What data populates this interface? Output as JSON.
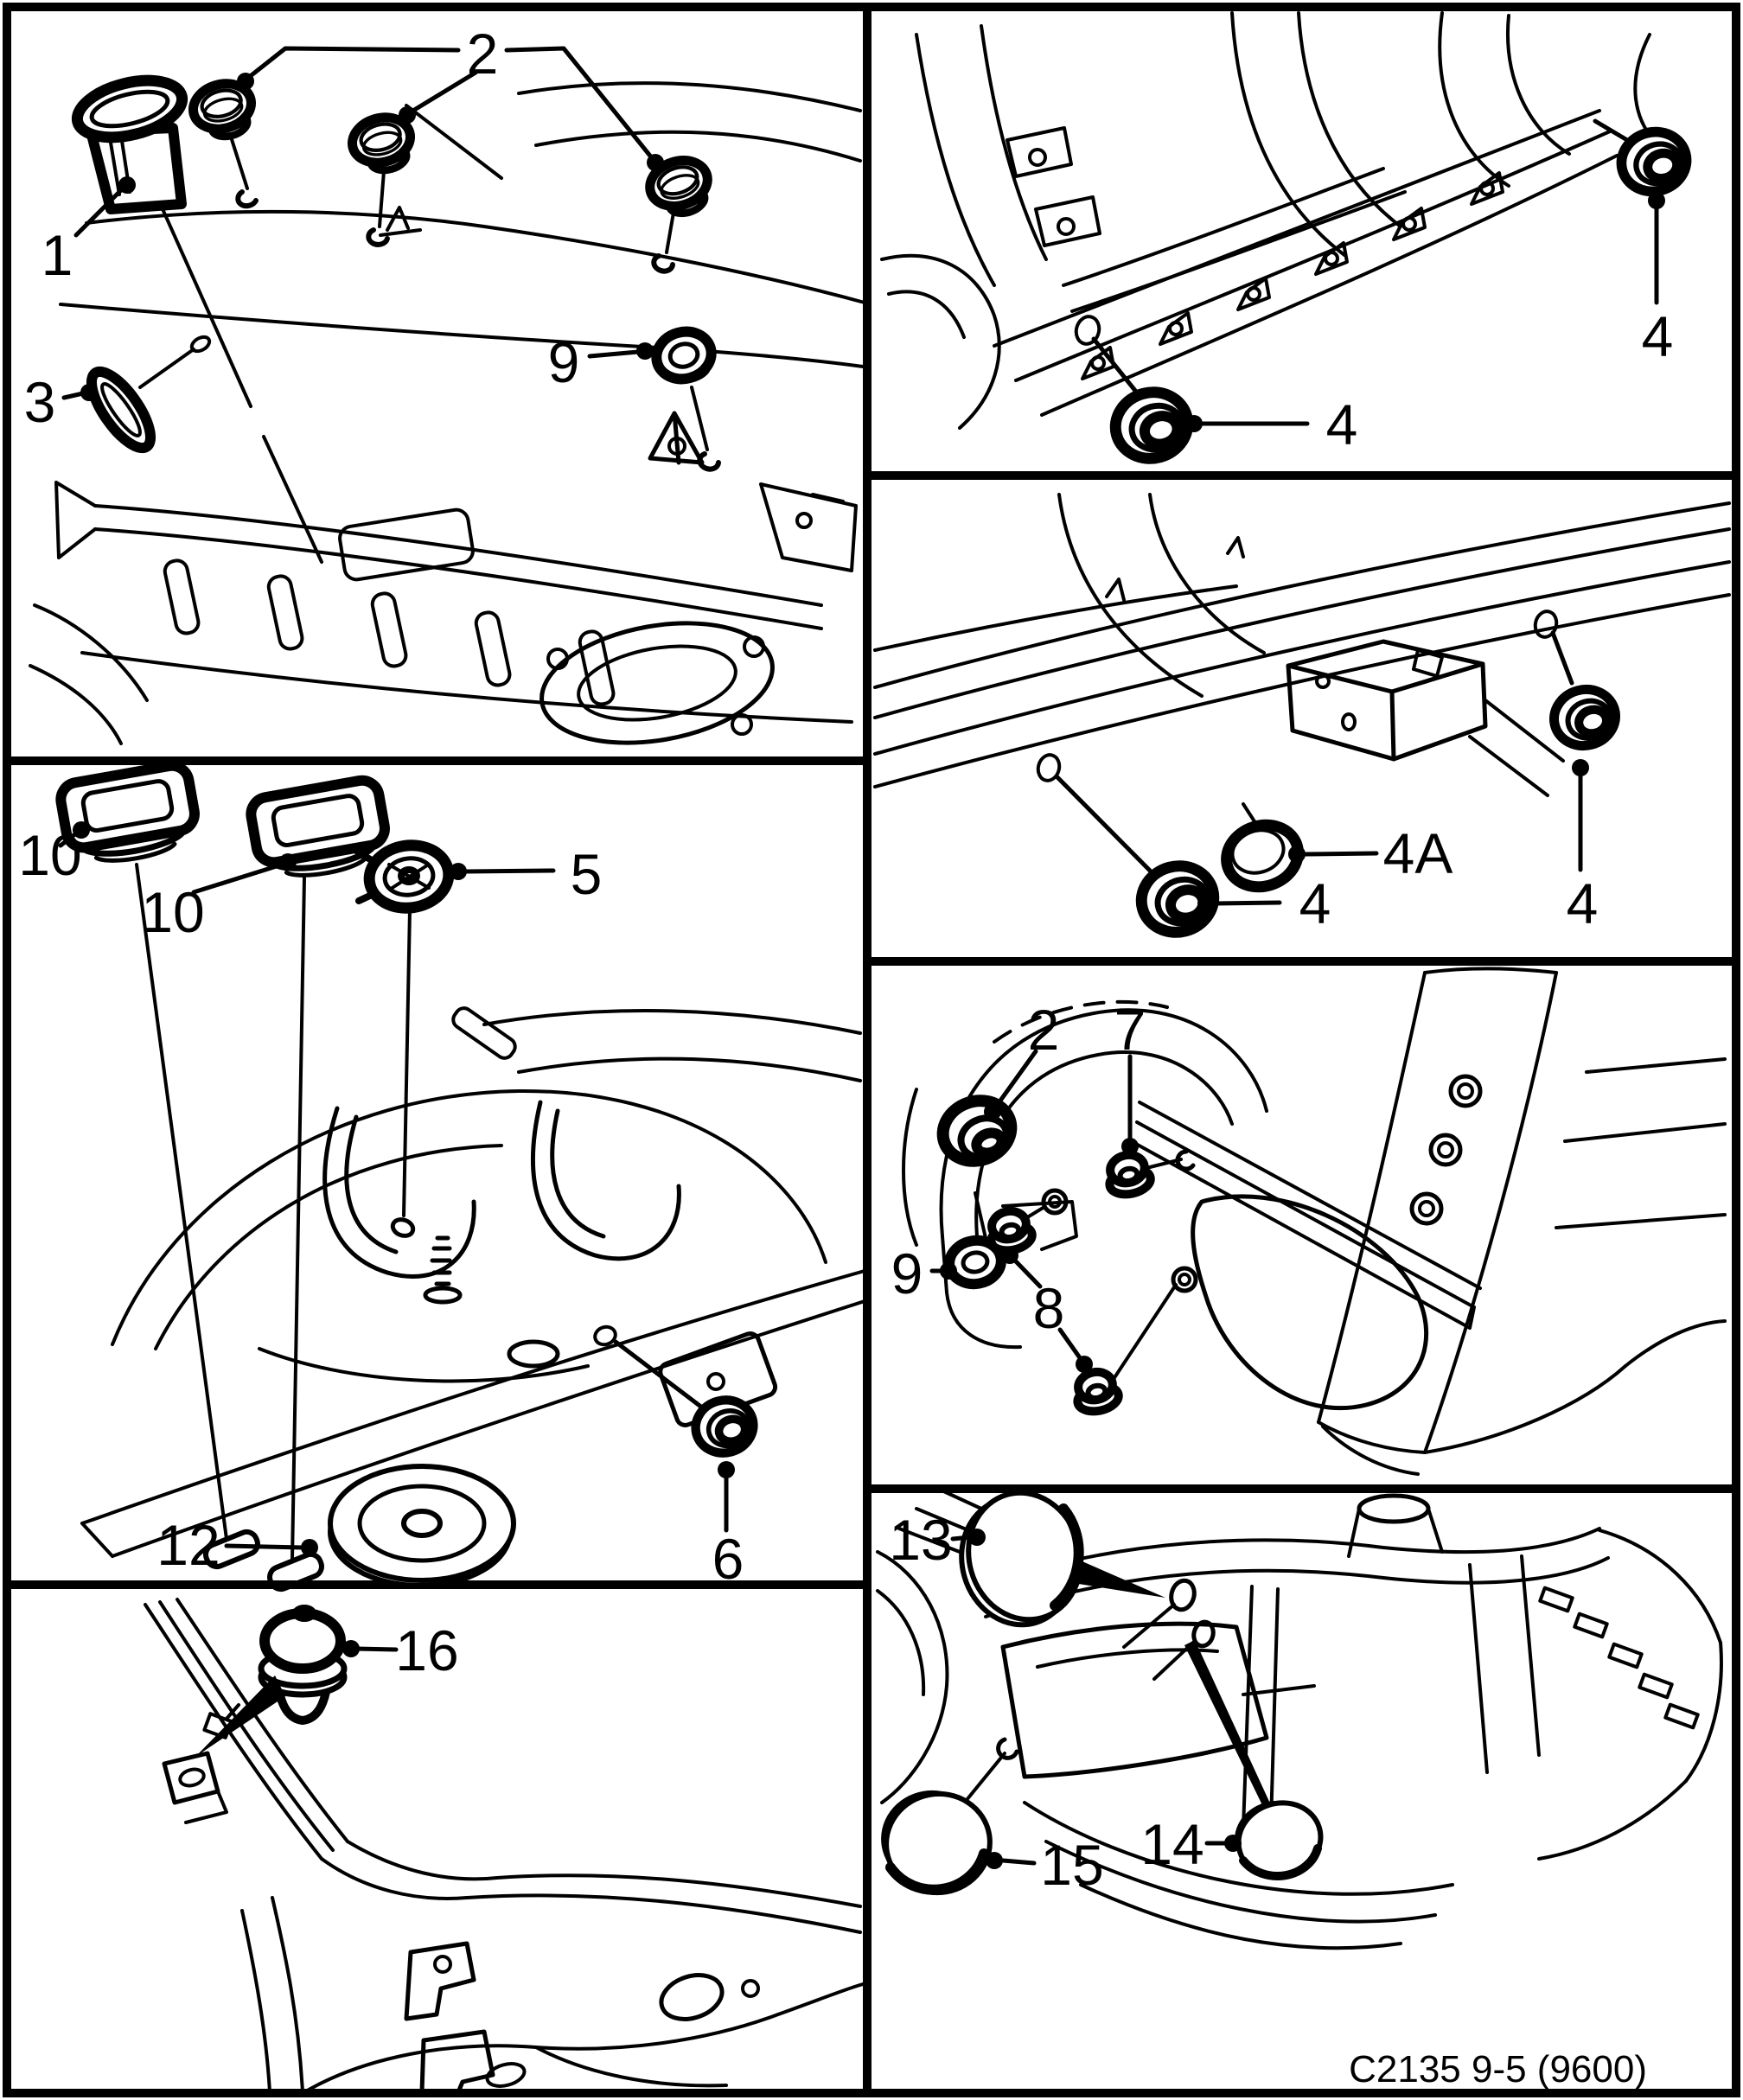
{
  "figure": {
    "caption": "C2135 9-5 (9600)",
    "ink_color": "#000000",
    "background_color": "#ffffff",
    "callouts": {
      "l1_1": "1",
      "l1_2": "2",
      "l1_3": "3",
      "l1_9": "9",
      "l2_10a": "10",
      "l2_10b": "10",
      "l2_5": "5",
      "l2_12": "12",
      "l2_6": "6",
      "l3_16": "16",
      "r1_4a": "4",
      "r1_4b": "4",
      "r2_4l": "4",
      "r2_4A": "4A",
      "r2_4r": "4",
      "r3_2": "2",
      "r3_7": "7",
      "r3_9": "9",
      "r3_8": "8",
      "r4_13": "13",
      "r4_14": "14",
      "r4_15": "15"
    }
  }
}
